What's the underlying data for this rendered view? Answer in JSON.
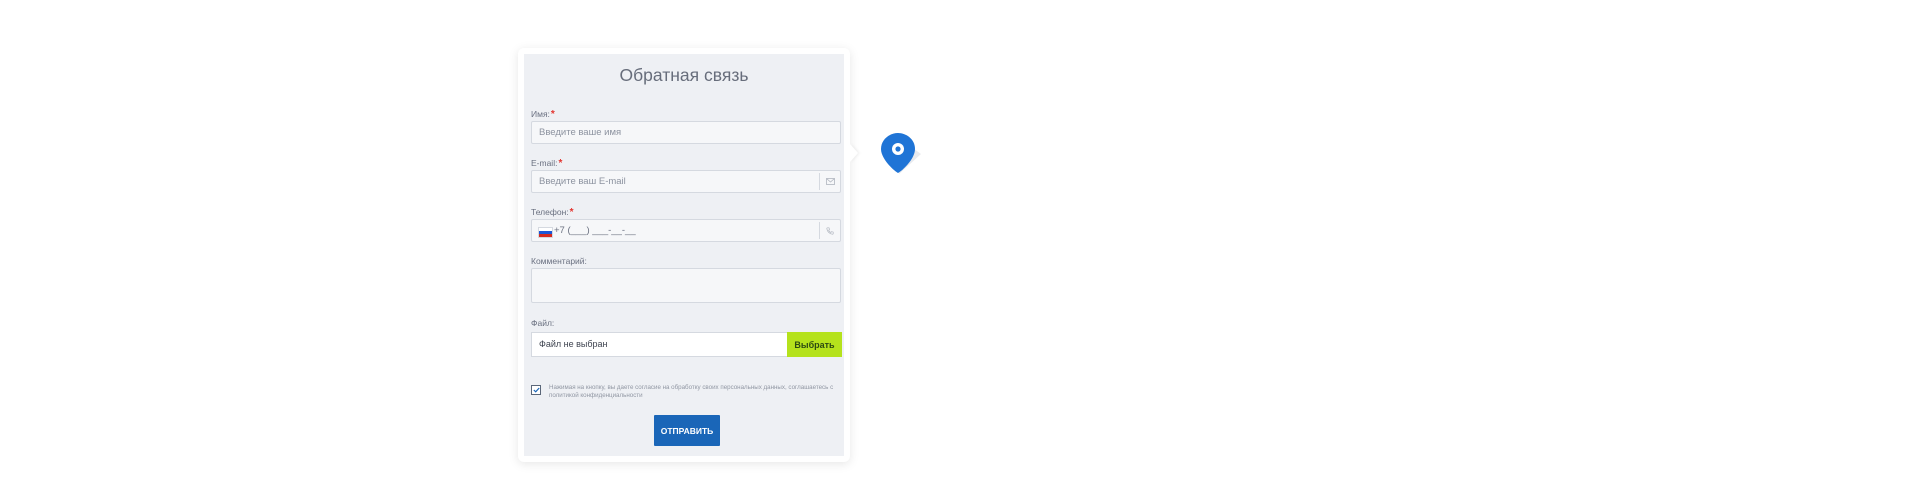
{
  "form": {
    "title": "Обратная связь",
    "required_mark": "*",
    "name": {
      "label": "Имя:",
      "placeholder": "Введите ваше имя"
    },
    "email": {
      "label": "E-mail:",
      "placeholder": "Введите ваш E-mail",
      "icon": "envelope-icon"
    },
    "phone": {
      "label": "Телефон:",
      "mask": "+7 (___) ___-__-__",
      "icon": "phone-icon",
      "flag": "russia-flag-icon"
    },
    "comment": {
      "label": "Комментарий:",
      "value": ""
    },
    "file": {
      "label": "Файл:",
      "status": "Файл не выбран",
      "button_label": "Выбрать"
    },
    "consent": {
      "checked": true,
      "text": "Нажимая на кнопку, вы даете согласие на обработку своих персональных данных, соглашаетесь с политикой конфиденциальности"
    },
    "submit_label": "ОТПРАВИТЬ"
  },
  "map": {
    "marker_icon": "map-pin-icon"
  },
  "colors": {
    "accent_blue": "#1a66b8",
    "file_button_green": "#b5e21c",
    "required_red": "#e3342f",
    "panel_bg": "#eef0f4"
  }
}
